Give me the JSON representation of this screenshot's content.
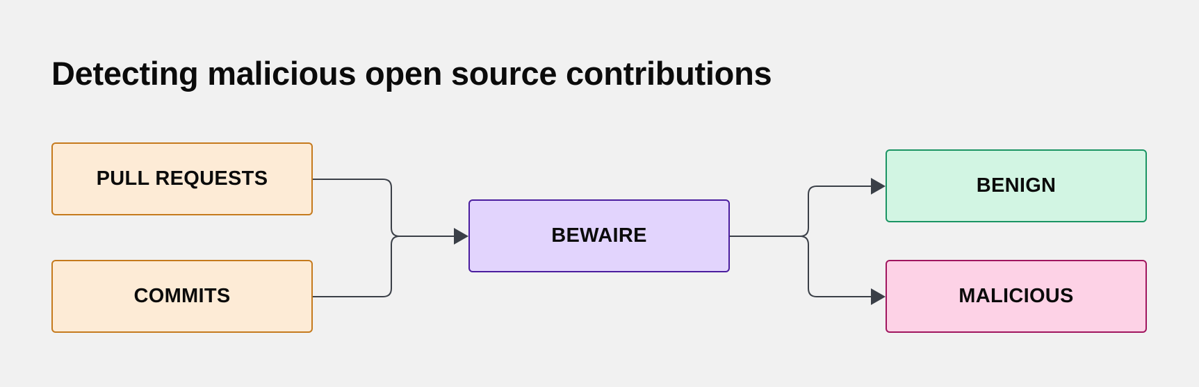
{
  "title": "Detecting malicious open source contributions",
  "nodes": {
    "pull_requests": {
      "label": "PULL REQUESTS",
      "fill": "#fdebd6",
      "stroke": "#c57a1d"
    },
    "commits": {
      "label": "COMMITS",
      "fill": "#fdebd6",
      "stroke": "#c57a1d"
    },
    "bewaire": {
      "label": "BEWAIRE",
      "fill": "#e2d4fd",
      "stroke": "#4a1d9e"
    },
    "benign": {
      "label": "BENIGN",
      "fill": "#d2f5e3",
      "stroke": "#1a9463"
    },
    "malicious": {
      "label": "MALICIOUS",
      "fill": "#fdd2e6",
      "stroke": "#a0155e"
    }
  },
  "edges": [
    {
      "from": "PULL REQUESTS",
      "to": "BEWAIRE"
    },
    {
      "from": "COMMITS",
      "to": "BEWAIRE"
    },
    {
      "from": "BEWAIRE",
      "to": "BENIGN"
    },
    {
      "from": "BEWAIRE",
      "to": "MALICIOUS"
    }
  ],
  "colors": {
    "background": "#f1f1f1",
    "connector": "#3a3f47"
  }
}
